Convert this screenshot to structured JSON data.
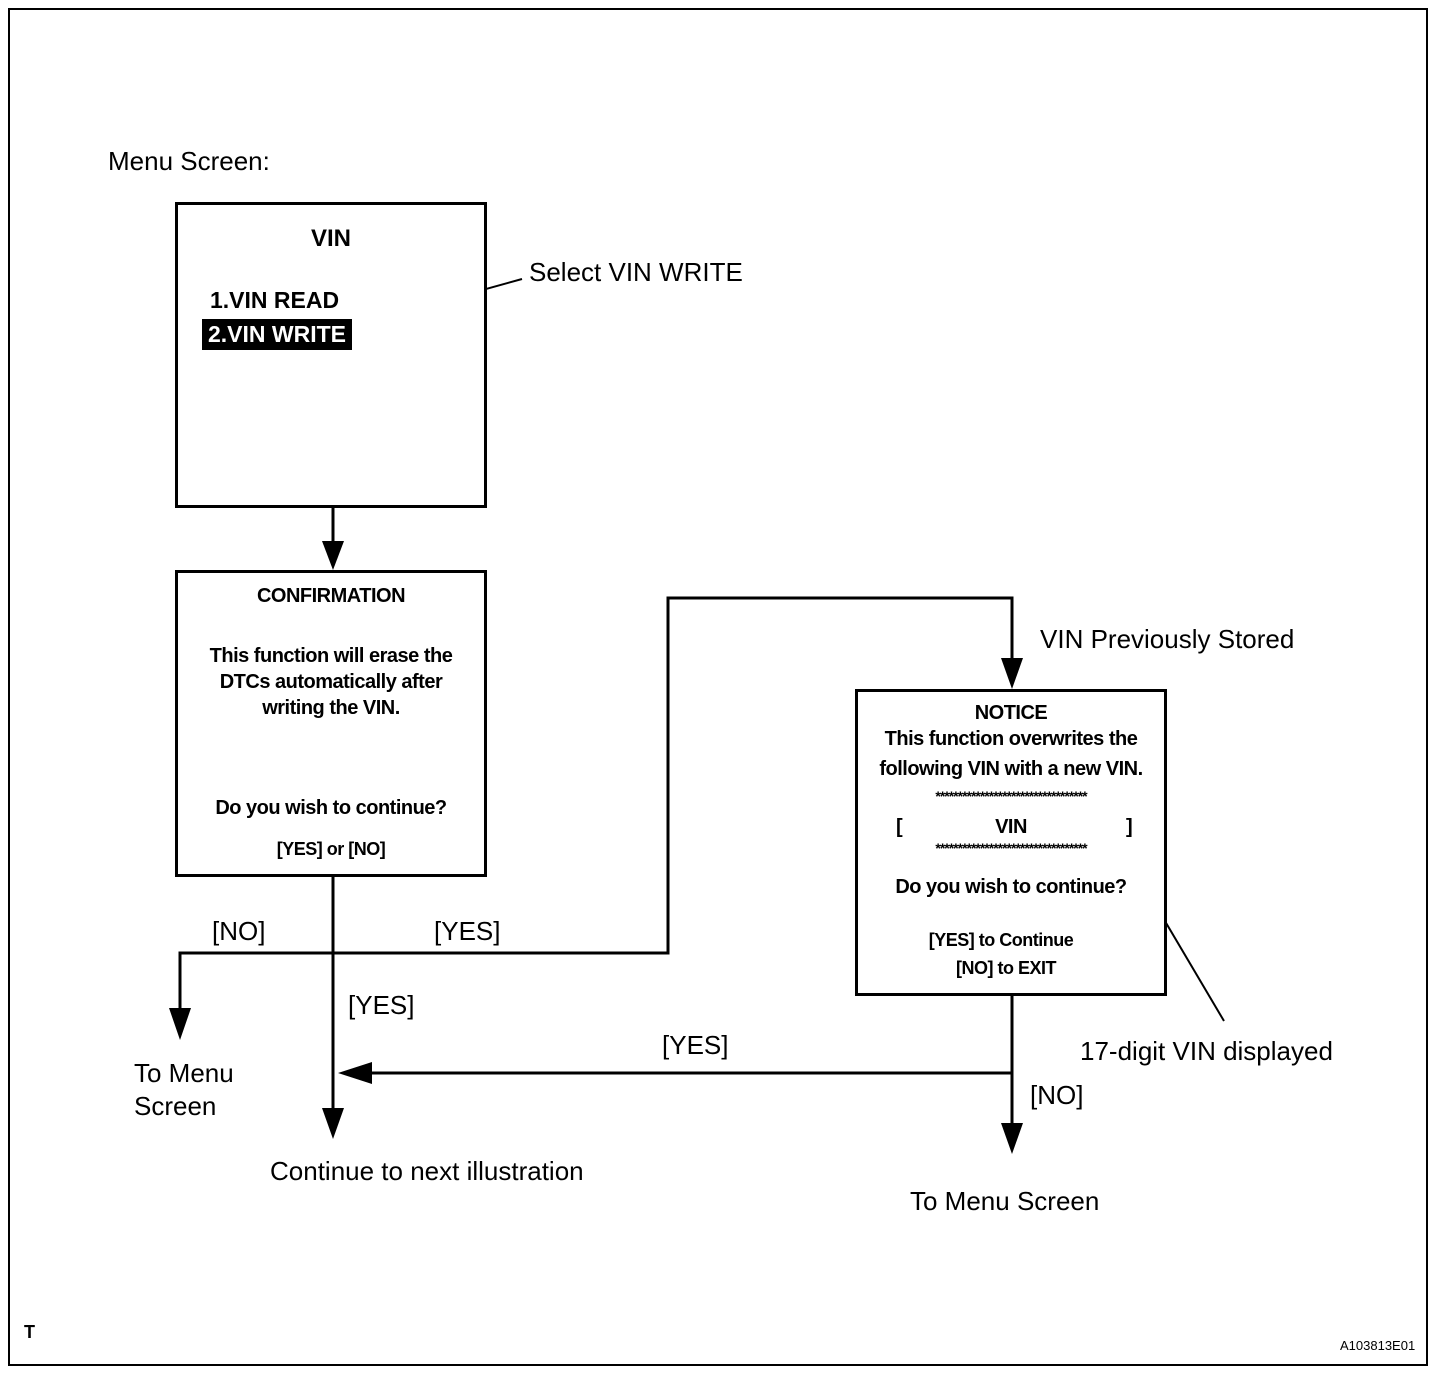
{
  "menu_caption": "Menu Screen:",
  "menu_box": {
    "title": "VIN",
    "items": [
      "1.VIN READ",
      "2.VIN WRITE"
    ]
  },
  "callout_select": "Select VIN WRITE",
  "confirmation_box": {
    "title": "CONFIRMATION",
    "body": [
      "This function will erase the",
      "DTCs automatically after",
      "writing the VIN."
    ],
    "question": "Do you wish to continue?",
    "options": "[YES] or [NO]"
  },
  "notice_box": {
    "title": "NOTICE",
    "body": [
      "This function overwrites the",
      "following VIN with a new VIN."
    ],
    "stars": "**********************************",
    "vin_open": "[",
    "vin_label": "VIN",
    "vin_close": "]",
    "question": "Do you wish to continue?",
    "opt_yes": "[YES] to Continue",
    "opt_no": "[NO] to EXIT"
  },
  "labels": {
    "no_left": "[NO]",
    "yes_mid": "[YES]",
    "yes_down": "[YES]",
    "yes_bottom": "[YES]",
    "no_right": "[NO]",
    "vin_prev": "VIN Previously Stored",
    "vin_17": "17-digit VIN displayed",
    "to_menu_left_1": "To Menu",
    "to_menu_left_2": "Screen",
    "continue_next": "Continue to next illustration",
    "to_menu_right": "To Menu Screen"
  },
  "corner_letter": "T",
  "figure_id": "A103813E01"
}
